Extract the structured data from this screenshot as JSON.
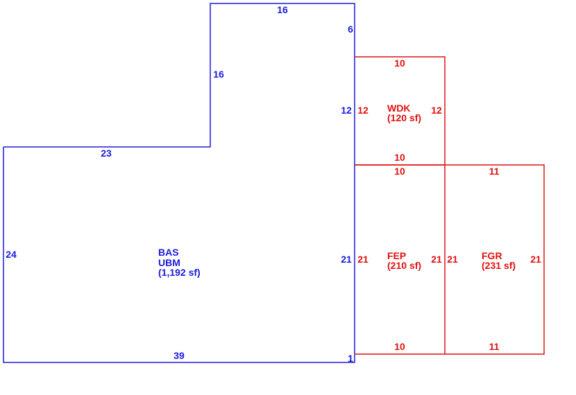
{
  "colors": {
    "main": "#1a1adc",
    "addition": "#e01010",
    "background": "#ffffff"
  },
  "bas": {
    "code1": "BAS",
    "code2": "UBM",
    "area": "(1,192 sf)",
    "dims": {
      "top": "16",
      "right_upper": "6",
      "left_upper": "16",
      "step": "23",
      "left": "24",
      "bottom": "39",
      "right_short": "1",
      "right_mid": "12",
      "right_lower": "21"
    }
  },
  "wdk": {
    "code": "WDK",
    "area": "(120 sf)",
    "dims": {
      "top": "10",
      "left": "12",
      "right": "12",
      "bottom": "10"
    }
  },
  "fep": {
    "code": "FEP",
    "area": "(210 sf)",
    "dims": {
      "top": "10",
      "left": "21",
      "right": "21",
      "bottom": "10"
    }
  },
  "fgr": {
    "code": "FGR",
    "area": "(231 sf)",
    "dims": {
      "top": "11",
      "left": "21",
      "right": "21",
      "bottom": "11"
    }
  }
}
